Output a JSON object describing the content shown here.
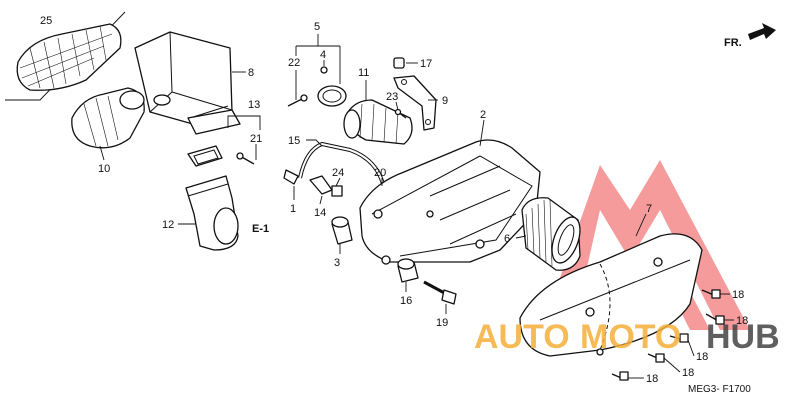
{
  "diagram": {
    "drawing_code": "MEG3- F1700",
    "direction_label": "FR.",
    "section_ref": "E-1",
    "callouts": [
      {
        "id": "c25",
        "label": "25"
      },
      {
        "id": "c8",
        "label": "8"
      },
      {
        "id": "c5",
        "label": "5"
      },
      {
        "id": "c22",
        "label": "22"
      },
      {
        "id": "c4",
        "label": "4"
      },
      {
        "id": "c17",
        "label": "17"
      },
      {
        "id": "c11",
        "label": "11"
      },
      {
        "id": "c9",
        "label": "9"
      },
      {
        "id": "c23",
        "label": "23"
      },
      {
        "id": "c13",
        "label": "13"
      },
      {
        "id": "c21",
        "label": "21"
      },
      {
        "id": "c2",
        "label": "2"
      },
      {
        "id": "c10",
        "label": "10"
      },
      {
        "id": "c15",
        "label": "15"
      },
      {
        "id": "c24",
        "label": "24"
      },
      {
        "id": "c20",
        "label": "20"
      },
      {
        "id": "c1",
        "label": "1"
      },
      {
        "id": "c14",
        "label": "14"
      },
      {
        "id": "c12",
        "label": "12"
      },
      {
        "id": "c6",
        "label": "6"
      },
      {
        "id": "c7",
        "label": "7"
      },
      {
        "id": "c3",
        "label": "3"
      },
      {
        "id": "c16",
        "label": "16"
      },
      {
        "id": "c19",
        "label": "19"
      },
      {
        "id": "c18a",
        "label": "18"
      },
      {
        "id": "c18b",
        "label": "18"
      },
      {
        "id": "c18c",
        "label": "18"
      },
      {
        "id": "c18d",
        "label": "18"
      },
      {
        "id": "c18e",
        "label": "18"
      }
    ]
  },
  "watermark": {
    "text_part1": "AUTO",
    "text_part2": "MOTO",
    "text_part3": "HUB",
    "color_part1": "#f5b03a",
    "color_part2": "#f5b03a",
    "color_part3": "#444444",
    "logo_color": "#f04a4a"
  }
}
